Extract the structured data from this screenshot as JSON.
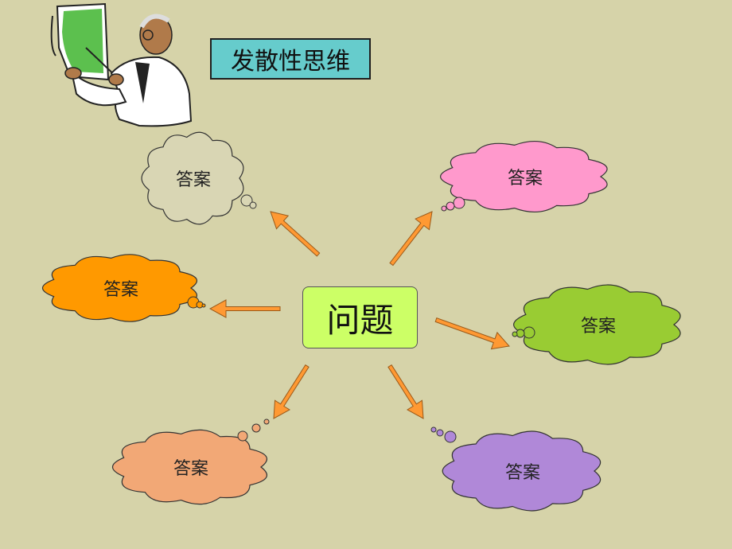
{
  "title": "发散性思维",
  "question": "问题",
  "answers": [
    {
      "id": "top-left",
      "label": "答案",
      "fill": "#d9d6b4"
    },
    {
      "id": "top-right",
      "label": "答案",
      "fill": "#ff99cc"
    },
    {
      "id": "mid-left",
      "label": "答案",
      "fill": "#ff9900"
    },
    {
      "id": "mid-right",
      "label": "答案",
      "fill": "#99cc33"
    },
    {
      "id": "bottom-left",
      "label": "答案",
      "fill": "#f2a876"
    },
    {
      "id": "bottom-right",
      "label": "答案",
      "fill": "#b088d8"
    }
  ],
  "colors": {
    "background": "#d6d3a9",
    "title_box": "#66cccc",
    "question_box": "#ccff66",
    "arrow_fill": "#ff9933",
    "arrow_stroke": "#9a5a1a"
  },
  "icons": {
    "presenter": "teacher-pointing-at-board-clipart"
  }
}
